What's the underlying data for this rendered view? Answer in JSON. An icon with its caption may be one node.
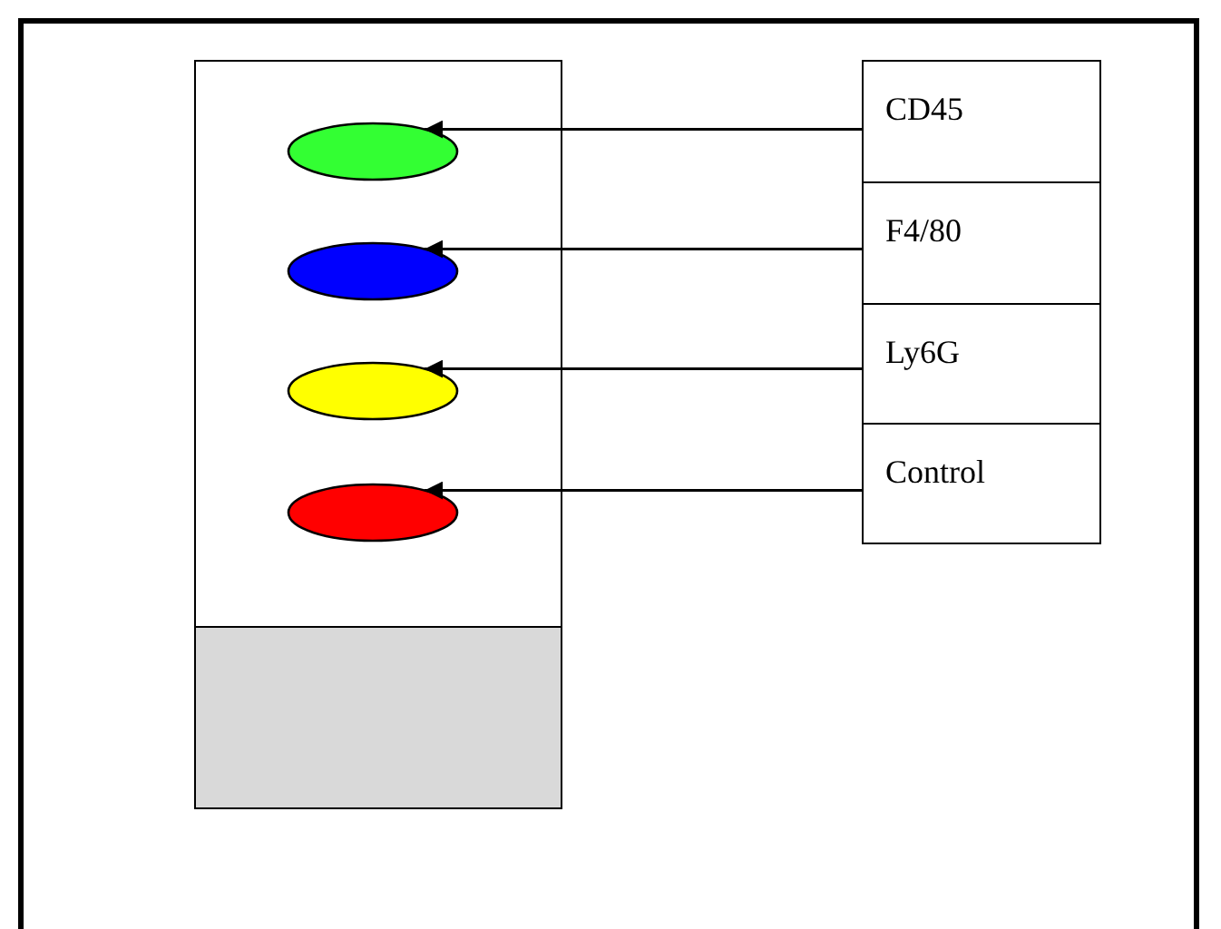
{
  "diagram": {
    "nodes": [
      {
        "text": [],
        "shape": "box"
      },
      {
        "text": [],
        "shape": "ellipse",
        "in": 0
      },
      {
        "text": [],
        "shape": "ellipse",
        "in": 0
      },
      {
        "text": [],
        "shape": "ellipse",
        "in": 0
      },
      {
        "text": [],
        "shape": "ellipse",
        "in": 0
      },
      {
        "text": [],
        "shape": "bar",
        "in": 0
      },
      {
        "text": [
          "CD45"
        ]
      },
      {
        "text": [
          "F4/80"
        ]
      },
      {
        "text": [
          "Ly6G"
        ]
      },
      {
        "text": [
          "Control"
        ]
      }
    ],
    "edges": [
      {
        "from": 6,
        "to": 1,
        "arrow": "to"
      },
      {
        "from": 7,
        "to": 2,
        "arrow": "to"
      },
      {
        "from": 8,
        "to": 3,
        "arrow": "to"
      },
      {
        "from": 9,
        "to": 4,
        "arrow": "to"
      }
    ]
  }
}
